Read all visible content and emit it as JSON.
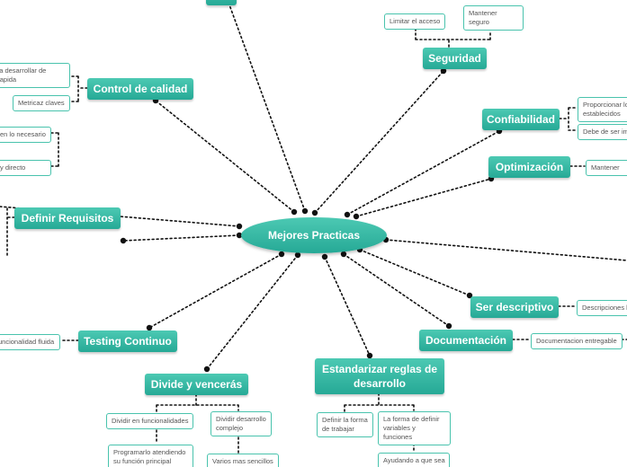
{
  "root": {
    "label": "Mejores Practicas"
  },
  "topics": {
    "seguridad": "Seguridad",
    "control_calidad": "Control de calidad",
    "confiabilidad": "Confiabilidad",
    "optimizacion": "Optimización",
    "definir_requisitos": "Definir Requisitos",
    "ser_descriptivo": "Ser descriptivo",
    "documentacion": "Documentación",
    "testing_continuo": "Testing Continuo",
    "divide_venceras": "Divide y vencerás",
    "estandarizar": "Estandarizar reglas de desarrollo"
  },
  "subtopics": {
    "limitar_acceso": "Limitar el acceso",
    "mantener_seguro": "Mantener seguro",
    "ayuda_desarrollar": "Ayuda a desarrollar de forma rapida",
    "metricas_claves": "Metricaz claves",
    "en_lo_necesario": "en lo necesario",
    "y_directo": "y directo",
    "proporcionar": "Proporcionar lo establecidos",
    "debe_ser": "Debe de ser im",
    "mantener_opt": "Mantener",
    "descripciones": "Descripciones b",
    "doc_entregable": "Documentacion entregable",
    "funcionalidad_fluida": "uncionalidad fluida",
    "dividir_funcionalidades": "Dividir en funcionalidades",
    "dividir_desarrollo": "Dividir desarrollo complejo",
    "programarlo": "Programarlo atendiendo su función principal",
    "varios_sencillos": "Varios mas sencillos",
    "definir_forma": "Definir la forma de trabajar",
    "forma_definir": "La forma de definir variables y funciones",
    "ayudando": "Ayudando a que sea"
  },
  "colors": {
    "accent": "#2fb5a0",
    "border": "#49c3ad",
    "line": "#111111"
  }
}
